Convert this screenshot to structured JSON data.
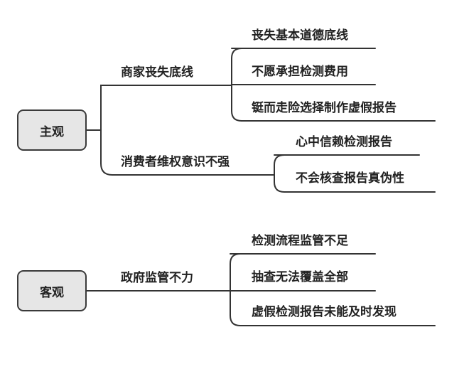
{
  "mindmap": {
    "line_color": "#333333",
    "root_fill": "#e6e6e6",
    "groups": [
      {
        "root": "主观",
        "branches": [
          {
            "label": "商家丧失底线",
            "leaves": [
              "丧失基本道德底线",
              "不愿承担检测费用",
              "铤而走险选择制作虚假报告"
            ]
          },
          {
            "label": "消费者维权意识不强",
            "leaves": [
              "心中信赖检测报告",
              "不会核查报告真伪性"
            ]
          }
        ]
      },
      {
        "root": "客观",
        "branches": [
          {
            "label": "政府监管不力",
            "leaves": [
              "检测流程监管不足",
              "抽查无法覆盖全部",
              "虚假检测报告未能及时发现"
            ]
          }
        ]
      }
    ]
  }
}
